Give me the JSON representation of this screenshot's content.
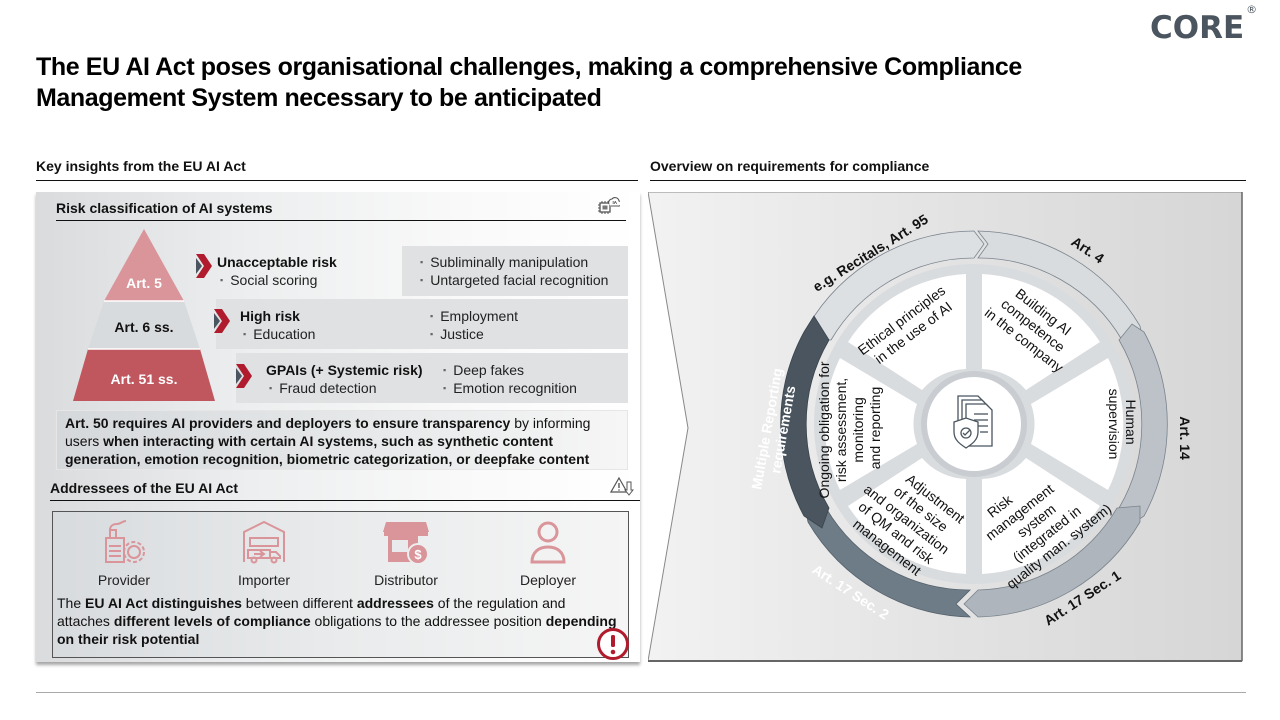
{
  "logo": {
    "text": "CORE",
    "mark": "®",
    "color": "#4a555f"
  },
  "page_title": "The EU AI Act poses organisational challenges, making a comprehensive Compliance Management System necessary to be anticipated",
  "left": {
    "header": "Key insights from the EU AI Act",
    "risk": {
      "title": "Risk classification of AI systems",
      "icon": "ai-chip-cloud-icon",
      "tiers": [
        {
          "article": "Art. 5",
          "name": "Unacceptable risk",
          "color": "#d9959a",
          "bullets_left": [
            "Social scoring"
          ],
          "bullets_right": [
            "Subliminally manipulation",
            "Untargeted facial recognition"
          ]
        },
        {
          "article": "Art. 6 ss.",
          "name": "High risk",
          "color": "#d8dbde",
          "bullets_left": [
            "Education"
          ],
          "bullets_right": [
            "Employment",
            "Justice"
          ]
        },
        {
          "article": "Art. 51 ss.",
          "name": "GPAIs (+ Systemic risk)",
          "color": "#c0575e",
          "bullets_left": [
            "Fraud detection"
          ],
          "bullets_right": [
            "Deep fakes",
            "Emotion recognition"
          ]
        }
      ],
      "art50": {
        "b1": "Art. 50 requires AI providers and deployers to ensure transparency",
        "t1": " by informing users ",
        "b2": "when interacting with certain AI systems, such as synthetic content generation, emotion recognition, biometric categorization, or deepfake content"
      }
    },
    "addressees": {
      "title": "Addressees of the EU AI Act",
      "icon": "warning-download-icon",
      "items": [
        {
          "label": "Provider",
          "icon": "factory-gear-icon"
        },
        {
          "label": "Importer",
          "icon": "warehouse-truck-icon"
        },
        {
          "label": "Distributor",
          "icon": "store-dollar-icon"
        },
        {
          "label": "Deployer",
          "icon": "user-icon"
        }
      ],
      "text": {
        "t1": "The ",
        "b1": "EU AI Act distinguishes",
        "t2": " between different ",
        "b2": "addressees",
        "t3": " of the regulation and attaches ",
        "b3": "different levels of compliance",
        "t4": " obligations to the addressee position ",
        "b4": "depending on their risk potential"
      },
      "accent": "#b01c2e"
    }
  },
  "right": {
    "header": "Overview on requirements for compliance",
    "wheel": {
      "center_icon": "document-shield-check-icon",
      "segments": [
        "Ethical principles in the use of AI",
        "Building AI competence in the company",
        "Human supervision",
        "Risk management system (integrated in quality man. system)",
        "Adjustment of the size and organization of QM and risk management",
        "Ongoing obligation for risk assessment, monitoring and reporting"
      ],
      "arrows": [
        {
          "label": "e.g. Recitals, Art. 95",
          "color": "#dde0e3"
        },
        {
          "label": "Art. 4",
          "color": "#d8dcdf"
        },
        {
          "label": "Art. 14",
          "color": "#bcc2c8"
        },
        {
          "label": "Art. 17 Sec. 1",
          "color": "#aeb5bc"
        },
        {
          "label": "Art. 17 Sec. 2",
          "color": "#6e7c88"
        },
        {
          "label": "Multiple Reporting requirements",
          "color": "#4a555f"
        }
      ]
    }
  }
}
